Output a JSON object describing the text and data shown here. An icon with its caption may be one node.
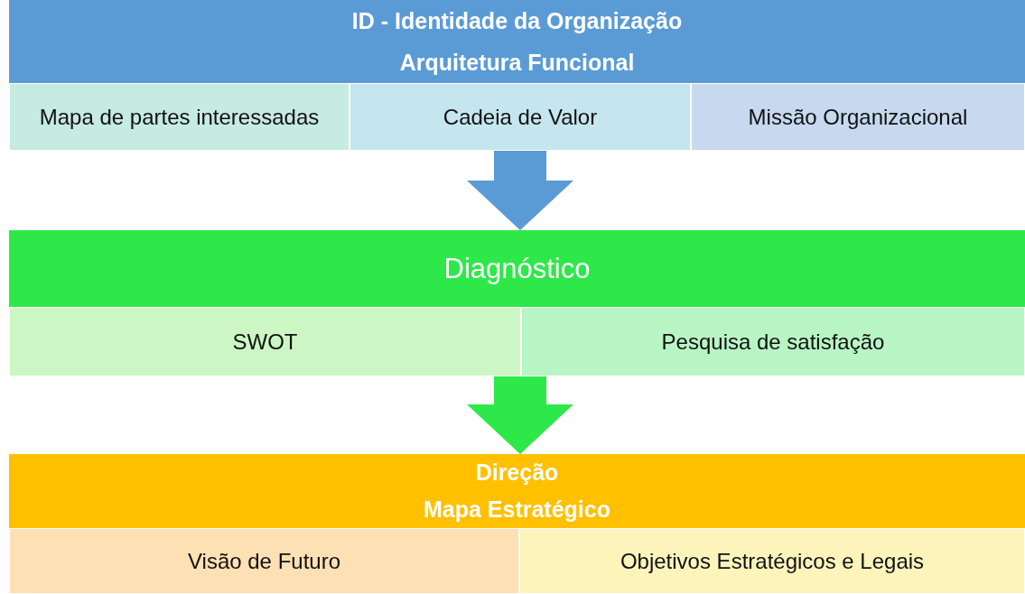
{
  "diagram": {
    "nodes": [
      {
        "text": [
          "ID - Identidade da Organização",
          "Arquitetura Funcional"
        ]
      },
      {
        "text": [
          "Mapa de partes interessadas"
        ],
        "in": 0
      },
      {
        "text": [
          "Cadeia de Valor"
        ],
        "in": 0
      },
      {
        "text": [
          "Missão Organizacional"
        ],
        "in": 0
      },
      {
        "text": [
          "Diagnóstico"
        ]
      },
      {
        "text": [
          "SWOT"
        ],
        "in": 4
      },
      {
        "text": [
          "Pesquisa de satisfação"
        ],
        "in": 4
      },
      {
        "text": [
          "Direção",
          "Mapa Estratégico"
        ]
      },
      {
        "text": [
          "Visão de Futuro"
        ],
        "in": 7
      },
      {
        "text": [
          "Objetivos Estratégicos e Legais"
        ],
        "in": 7
      }
    ],
    "edges": [
      {
        "from": 0,
        "to": 4,
        "arrow": "to",
        "color": "#5b9bd5"
      },
      {
        "from": 4,
        "to": 7,
        "arrow": "to",
        "color": "#2ee84a"
      }
    ]
  }
}
